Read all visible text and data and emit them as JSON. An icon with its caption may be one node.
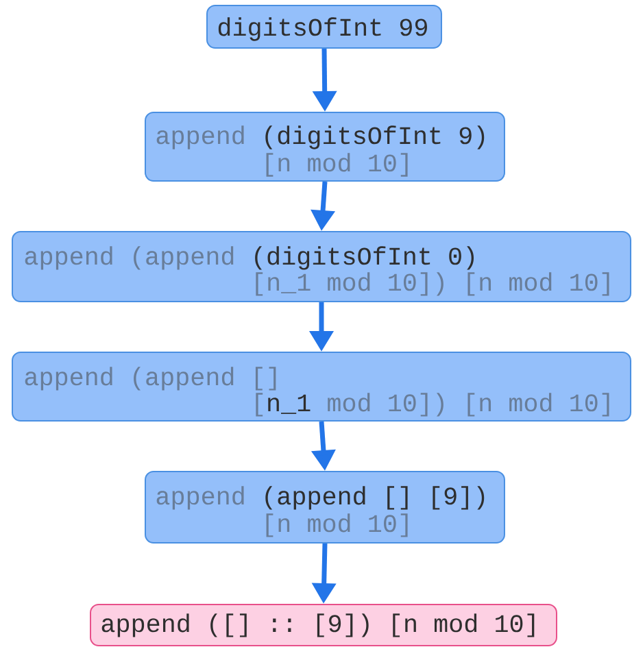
{
  "diagram": {
    "nodes": [
      {
        "text": [
          "digitsOfInt 99"
        ]
      },
      {
        "text": [
          "append",
          "(digitsOfInt 9)",
          "[n mod 10]"
        ]
      },
      {
        "text": [
          "append (append",
          "(digitsOfInt 0)",
          "[n_1 mod 10]) [n mod 10]"
        ]
      },
      {
        "text": [
          "append (append []",
          "[",
          "n_1",
          "mod 10]) [n mod 10]"
        ]
      },
      {
        "text": [
          "append",
          "(append [] [9])",
          "[n mod 10]"
        ]
      },
      {
        "text": [
          "append ([] :: [9]) [n mod 10]"
        ]
      }
    ],
    "edges": [
      {
        "from": 0,
        "to": 1,
        "arrow": "to"
      },
      {
        "from": 1,
        "to": 2,
        "arrow": "to"
      },
      {
        "from": 2,
        "to": 3,
        "arrow": "to"
      },
      {
        "from": 3,
        "to": 4,
        "arrow": "to"
      },
      {
        "from": 4,
        "to": 5,
        "arrow": "to"
      }
    ]
  }
}
